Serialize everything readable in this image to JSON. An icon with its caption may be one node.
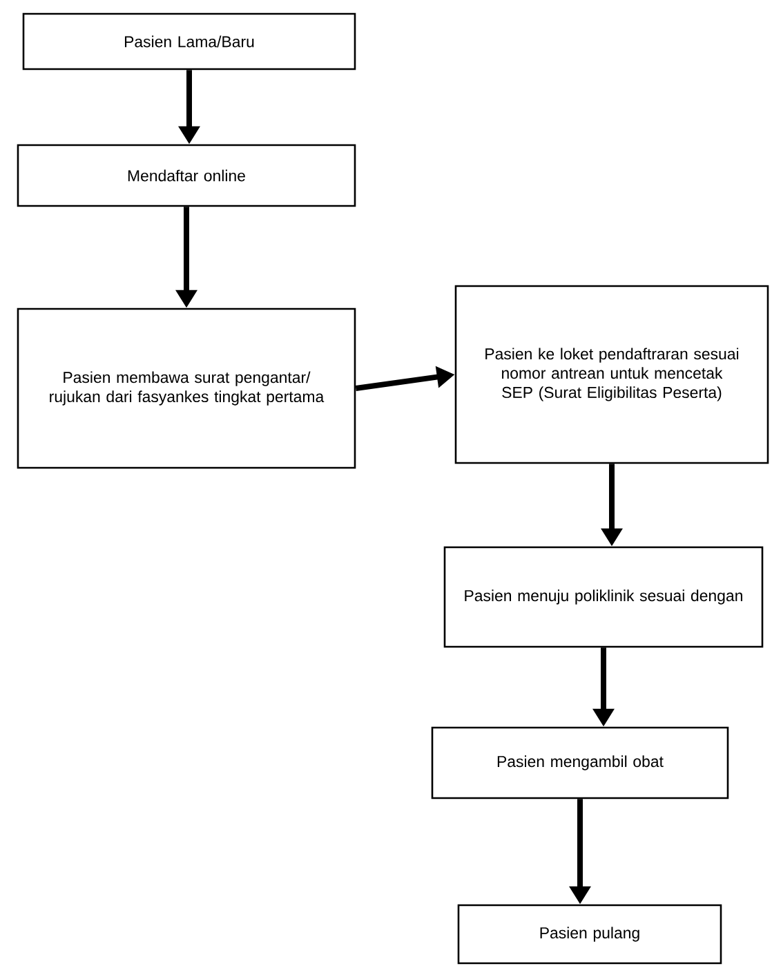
{
  "diagram": {
    "nodes": [
      {
        "text": [
          "Pasien Lama/Baru"
        ]
      },
      {
        "text": [
          "Mendaftar online"
        ]
      },
      {
        "text": [
          "Pasien membawa surat pengantar/ rujukan dari fasyankes tingkat pertama"
        ]
      },
      {
        "text": [
          "Pasien ke loket pendaftraran sesuai nomor antrean untuk mencetak SEP (Surat Eligibilitas Peserta)"
        ]
      },
      {
        "text": [
          "Pasien menuju poliklinik sesuai dengan"
        ]
      },
      {
        "text": [
          "Pasien mengambil obat"
        ]
      },
      {
        "text": [
          "Pasien pulang"
        ]
      }
    ],
    "edges": [
      {
        "from": 0,
        "to": 1,
        "arrow": "to"
      },
      {
        "from": 1,
        "to": 2,
        "arrow": "to"
      },
      {
        "from": 2,
        "to": 3,
        "arrow": "to"
      },
      {
        "from": 3,
        "to": 4,
        "arrow": "to"
      },
      {
        "from": 4,
        "to": 5,
        "arrow": "to"
      },
      {
        "from": 5,
        "to": 6,
        "arrow": "to"
      }
    ]
  }
}
